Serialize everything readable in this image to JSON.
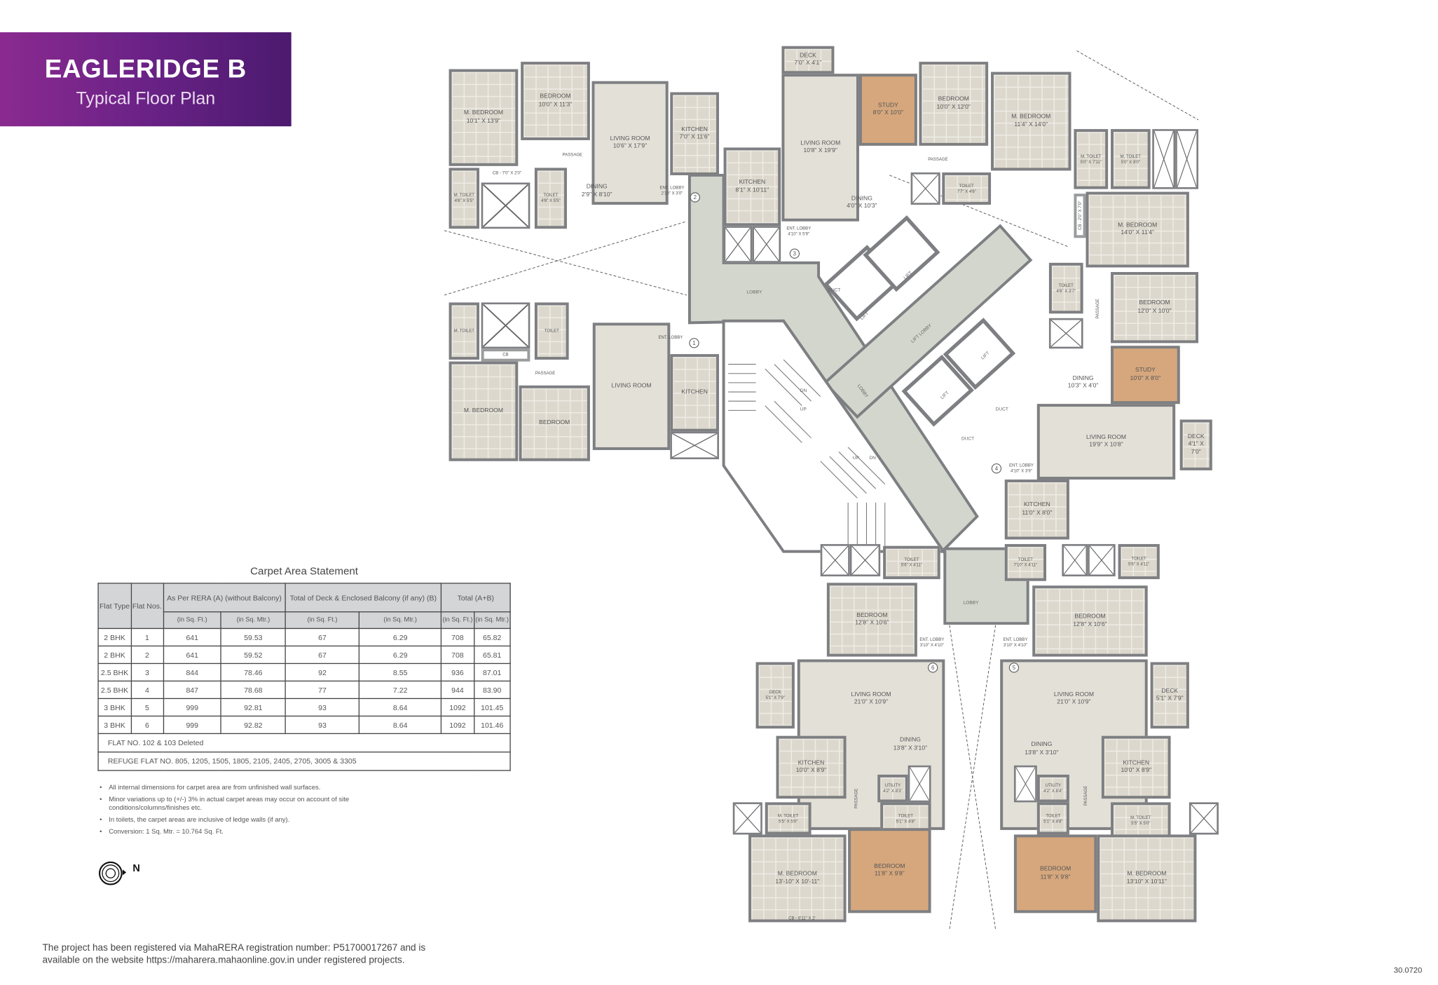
{
  "header": {
    "title": "EAGLERIDGE B",
    "subtitle": "Typical Floor Plan"
  },
  "plan": {
    "rooms": [
      {
        "label": "M. BEDROOM",
        "size": "10'1\" X 13'9\""
      },
      {
        "label": "BEDROOM",
        "size": "10'0\" X 11'3\""
      },
      {
        "label": "LIVING ROOM",
        "size": "10'6\" X 17'9\""
      },
      {
        "label": "KITCHEN",
        "size": "7'0\" X 11'6\""
      },
      {
        "label": "M. TOILET",
        "size": "4'6\" X 5'5\""
      },
      {
        "label": "TOILET",
        "size": "4'6\" X 5'5\""
      },
      {
        "label": "PASSAGE",
        "size": ""
      },
      {
        "label": "DINING",
        "size": "2'9\" X 8'10\""
      },
      {
        "label": "ENT. LOBBY",
        "size": "2'10\" X 3'0\""
      },
      {
        "label": "CB - 7'0\" X 2'0\"",
        "size": ""
      },
      {
        "label": "KITCHEN",
        "size": "8'1\" X 10'11\""
      },
      {
        "label": "DECK",
        "size": "7'0\" X 4'1\""
      },
      {
        "label": "LIVING ROOM",
        "size": "10'8\" X 19'9\""
      },
      {
        "label": "DINING",
        "size": "4'0\" X 10'3\""
      },
      {
        "label": "ENT. LOBBY",
        "size": "4'10\" X 5'9\""
      },
      {
        "label": "STUDY",
        "size": "8'0\" X 10'0\""
      },
      {
        "label": "BEDROOM",
        "size": "10'0\" X 12'0\""
      },
      {
        "label": "M. BEDROOM",
        "size": "11'4\" X 14'0\""
      },
      {
        "label": "PASSAGE",
        "size": ""
      },
      {
        "label": "TOILET",
        "size": "7'7\" X 4'6\""
      },
      {
        "label": "M. TOILET",
        "size": "5'0\" X 7'11\""
      },
      {
        "label": "M. TOILET",
        "size": "5'0\" X 8'0\""
      },
      {
        "label": "CB - 2'0\" X 7'0\"",
        "size": ""
      },
      {
        "label": "M. BEDROOM",
        "size": "14'0\" X 11'4\""
      },
      {
        "label": "TOILET",
        "size": "4'6\" X 3'7\""
      },
      {
        "label": "BEDROOM",
        "size": "12'0\" X 10'0\""
      },
      {
        "label": "STUDY",
        "size": "10'0\" X 8'0\""
      },
      {
        "label": "PASSAGE",
        "size": ""
      },
      {
        "label": "DINING",
        "size": "10'3\" X 4'0\""
      },
      {
        "label": "LIVING ROOM",
        "size": "19'9\" X 10'8\""
      },
      {
        "label": "DECK",
        "size": "4'1\" X 7'0\""
      },
      {
        "label": "ENT. LOBBY",
        "size": "4'10\" X 3'9\""
      },
      {
        "label": "KITCHEN",
        "size": "11'0\" X 8'0\""
      },
      {
        "label": "TOILET",
        "size": "7'10\" X 4'11\""
      },
      {
        "label": "M. TOILET",
        "size": ""
      },
      {
        "label": "TOILET",
        "size": ""
      },
      {
        "label": "CB",
        "size": ""
      },
      {
        "label": "M. BEDROOM",
        "size": ""
      },
      {
        "label": "PASSAGE",
        "size": ""
      },
      {
        "label": "BEDROOM",
        "size": ""
      },
      {
        "label": "LIVING ROOM",
        "size": ""
      },
      {
        "label": "ENT. LOBBY",
        "size": ""
      },
      {
        "label": "KITCHEN",
        "size": ""
      },
      {
        "label": "TOILET",
        "size": "5'6\" X 4'11\""
      },
      {
        "label": "BEDROOM",
        "size": "12'8\" X 10'6\""
      },
      {
        "label": "ENT. LOBBY",
        "size": "3'10\" X 4'10\""
      },
      {
        "label": "DECK",
        "size": "5'1\" X 7'9\""
      },
      {
        "label": "LIVING ROOM",
        "size": "21'0\" X 10'9\""
      },
      {
        "label": "DINING",
        "size": "13'8\" X 3'10\""
      },
      {
        "label": "KITCHEN",
        "size": "10'0\" X 8'9\""
      },
      {
        "label": "PASSAGE",
        "size": ""
      },
      {
        "label": "UTILITY",
        "size": "4'2\" X 8'3\""
      },
      {
        "label": "M. TOILET",
        "size": "5'5\" X 5'0\""
      },
      {
        "label": "TOILET",
        "size": "5'1\" X 4'8\""
      },
      {
        "label": "M. BEDROOM",
        "size": "13'-10\" X 10'-11\""
      },
      {
        "label": "BEDROOM",
        "size": "11'8\" X 9'8\""
      },
      {
        "label": "BEDROOM",
        "size": "12'8\" X 10'6\""
      },
      {
        "label": "ENT. LOBBY",
        "size": "3'10\" X 4'10\""
      },
      {
        "label": "LIVING ROOM",
        "size": "21'0\" X 10'9\""
      },
      {
        "label": "DECK",
        "size": "5'1\" X 7'9\""
      },
      {
        "label": "DINING",
        "size": "13'8\" X 3'10\""
      },
      {
        "label": "KITCHEN",
        "size": "10'0\" X 8'9\""
      },
      {
        "label": "PASSAGE",
        "size": ""
      },
      {
        "label": "UTILITY",
        "size": "4'2\" X 8'4\""
      },
      {
        "label": "TOILET",
        "size": "5'1\" X 4'8\""
      },
      {
        "label": "M. TOILET",
        "size": "5'5\" X 5'0\""
      },
      {
        "label": "BEDROOM",
        "size": "11'8\" X 9'8\""
      },
      {
        "label": "M. BEDROOM",
        "size": "13'10\" X 10'11\""
      },
      {
        "label": "TOILET",
        "size": "5'6\" X 4'11\""
      },
      {
        "label": "CB - 6'11\" X 2'",
        "size": ""
      }
    ],
    "lobby_labels": [
      "LOBBY",
      "LIFT LOBBY",
      "LOBBY",
      "LOBBY"
    ],
    "lift_label": "LIFT",
    "duct_label": "DUCT",
    "stair_labels": {
      "up": "UP",
      "dn": "DN"
    },
    "flat_numbers": [
      "1",
      "2",
      "3",
      "4",
      "5",
      "6"
    ]
  },
  "table": {
    "title": "Carpet Area Statement",
    "headers": {
      "flat_type": "Flat Type",
      "flat_nos": "Flat Nos.",
      "rera": "As Per RERA (A) (without Balcony)",
      "deck": "Total of Deck & Enclosed Balcony (if any) (B)",
      "total": "Total (A+B)",
      "sqft": "(in Sq. Ft.)",
      "sqm": "(in Sq. Mtr.)"
    },
    "rows": [
      [
        "2 BHK",
        "1",
        "641",
        "59.53",
        "67",
        "6.29",
        "708",
        "65.82"
      ],
      [
        "2 BHK",
        "2",
        "641",
        "59.52",
        "67",
        "6.29",
        "708",
        "65.81"
      ],
      [
        "2.5 BHK",
        "3",
        "844",
        "78.46",
        "92",
        "8.55",
        "936",
        "87.01"
      ],
      [
        "2.5 BHK",
        "4",
        "847",
        "78.68",
        "77",
        "7.22",
        "944",
        "83.90"
      ],
      [
        "3 BHK",
        "5",
        "999",
        "92.81",
        "93",
        "8.64",
        "1092",
        "101.45"
      ],
      [
        "3 BHK",
        "6",
        "999",
        "92.82",
        "93",
        "8.64",
        "1092",
        "101.46"
      ]
    ],
    "footnote_rows": [
      "FLAT NO. 102 & 103 Deleted",
      "REFUGE FLAT NO. 805, 1205, 1505, 1805, 2105, 2405, 2705, 3005 & 3305"
    ]
  },
  "notes": [
    "All internal dimensions for carpet area are from unfinished wall surfaces.",
    "Minor variations up to (+/-) 3% in actual carpet areas may occur on account of site conditions/columns/finishes etc.",
    "In toilets, the carpet areas are inclusive of ledge walls (if any).",
    "Conversion: 1 Sq. Mtr. = 10.764 Sq. Ft."
  ],
  "north_label": "N",
  "footer": {
    "line1": "The project has been registered via MahaRERA registration number: P51700017267 and is",
    "line2": "available on the website https://maharera.mahaonline.gov.in under registered projects."
  },
  "code": "30.0720",
  "colors": {
    "banner_start": "#8b2a90",
    "banner_end": "#4b1a6f",
    "wall": "#7e7f82",
    "tile": "#dcd8cd",
    "study": "#d6a77d",
    "lobby": "#d3d6cd"
  }
}
